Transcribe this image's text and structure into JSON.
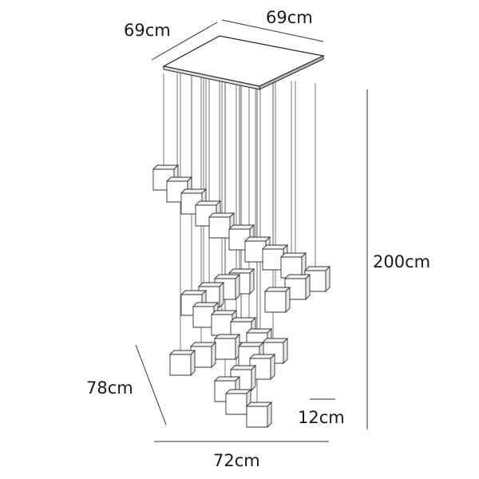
{
  "dimensions": {
    "canopy_depth": "69cm",
    "canopy_width": "69cm",
    "total_height": "200cm",
    "cluster_depth": "78cm",
    "cube_height": "12cm",
    "cluster_width": "72cm"
  },
  "colors": {
    "line": "#333333",
    "wire": "#555555",
    "cube_fill": "#ffffff"
  }
}
